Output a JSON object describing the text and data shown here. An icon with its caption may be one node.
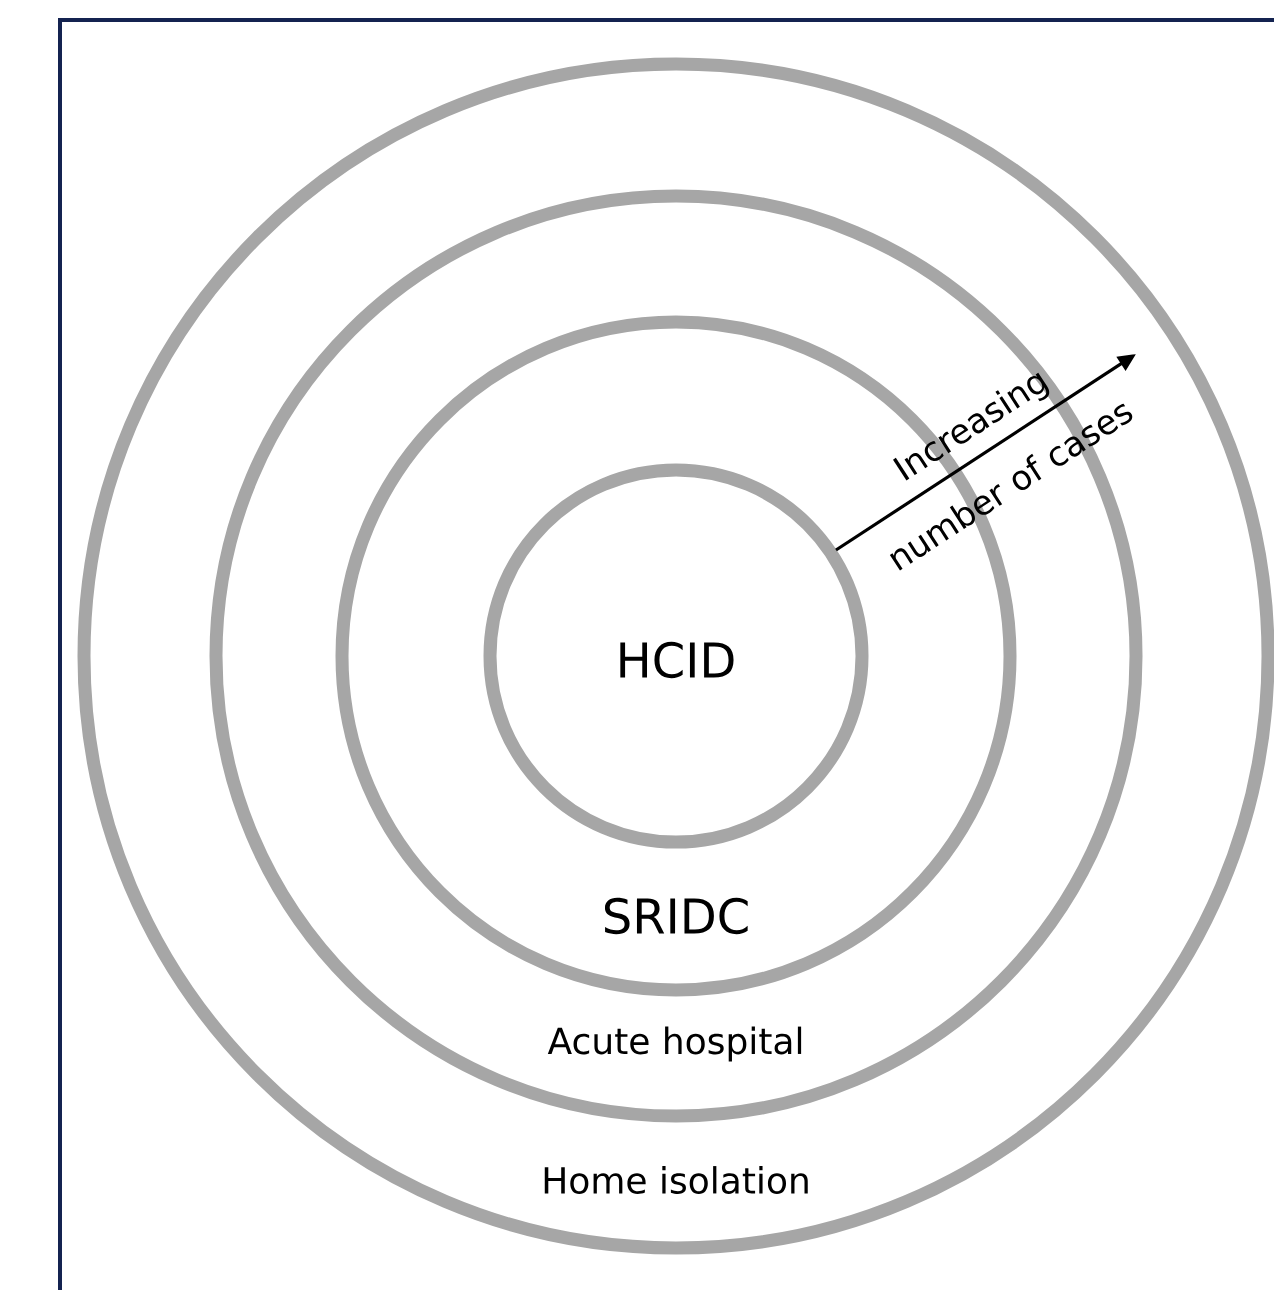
{
  "diagram": {
    "nodes": [
      {
        "text": [
          "Home isolation"
        ]
      },
      {
        "text": [
          "Acute hospital"
        ],
        "in": 0
      },
      {
        "text": [
          "SRIDC"
        ],
        "in": 1
      },
      {
        "text": [
          "HCID"
        ],
        "in": 2
      }
    ],
    "labels": [
      "Increasing number of cases"
    ]
  }
}
